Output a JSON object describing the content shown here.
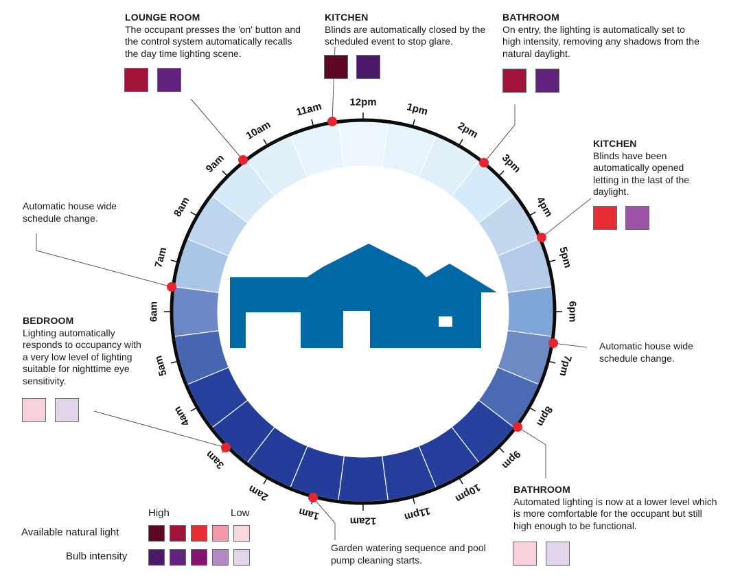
{
  "hours": [
    "12pm",
    "1pm",
    "2pm",
    "3pm",
    "4pm",
    "5pm",
    "6pm",
    "7pm",
    "8pm",
    "9pm",
    "10pm",
    "11pm",
    "12am",
    "1am",
    "2am",
    "3am",
    "4am",
    "5am",
    "6am",
    "7am",
    "8am",
    "9am",
    "10am",
    "11am"
  ],
  "segment_colors": [
    "#ecf6fc",
    "#e6f3fb",
    "#dff0fa",
    "#d6ebf9",
    "#c3d8ef",
    "#b1cbe9",
    "#7fa4d6",
    "#6d8ac5",
    "#4a6ab4",
    "#26419e",
    "#253e9c",
    "#253e9c",
    "#243d9b",
    "#243d9b",
    "#243d9b",
    "#243d9b",
    "#26409d",
    "#4865b2",
    "#6d88c4",
    "#aac6e7",
    "#bdd6ef",
    "#d6eaf8",
    "#e0f0fa",
    "#e8f4fb"
  ],
  "event_marker_color": "#e5262f",
  "house_color": "#0168a6",
  "callouts": [
    {
      "title": "LOUNGE ROOM",
      "desc": "The occupant presses the 'on' button and the control system automatically recalls the day time lighting scene.",
      "swatches": [
        "#a3143a",
        "#62237f"
      ]
    },
    {
      "title": "KITCHEN",
      "desc": "Blinds are automatically closed by the scheduled event to stop glare.",
      "swatches": [
        "#5c0625",
        "#4c1968"
      ]
    },
    {
      "title": "BATHROOM",
      "desc": "On entry, the lighting is automatically set to high intensity, removing any shadows from the natural daylight.",
      "swatches": [
        "#a3143a",
        "#62237f"
      ]
    },
    {
      "title": "KITCHEN",
      "desc": "Blinds have been automatically opened letting in the last of the daylight.",
      "swatches": [
        "#e72e35",
        "#9c53a5"
      ]
    },
    {
      "title": "",
      "desc": "Automatic house wide schedule change.",
      "swatches": []
    },
    {
      "title": "",
      "desc": "Automatic house wide schedule change.",
      "swatches": []
    },
    {
      "title": "BEDROOM",
      "desc": "Lighting automatically responds to occupancy with a very low level of lighting suitable for nighttime eye sensitivity.",
      "swatches": [
        "#f9d1da",
        "#e2d4ea"
      ]
    },
    {
      "title": "BATHROOM",
      "desc": "Automated lighting is now at a lower level which is more comfortable for the occupant but still high enough to be functional.",
      "swatches": [
        "#f9d1da",
        "#e2d4ea"
      ]
    },
    {
      "title": "",
      "desc": "Garden watering sequence and pool pump cleaning starts.",
      "swatches": []
    }
  ],
  "legend": {
    "high_label": "High",
    "low_label": "Low",
    "rows": [
      {
        "label": "Available natural light",
        "colors": [
          "#5c0625",
          "#a3143a",
          "#e72e35",
          "#f29aaa",
          "#fad7dd"
        ]
      },
      {
        "label": "Bulb intensity",
        "colors": [
          "#4c1968",
          "#62237f",
          "#86136f",
          "#b48ac6",
          "#e2d4ea"
        ]
      }
    ]
  }
}
